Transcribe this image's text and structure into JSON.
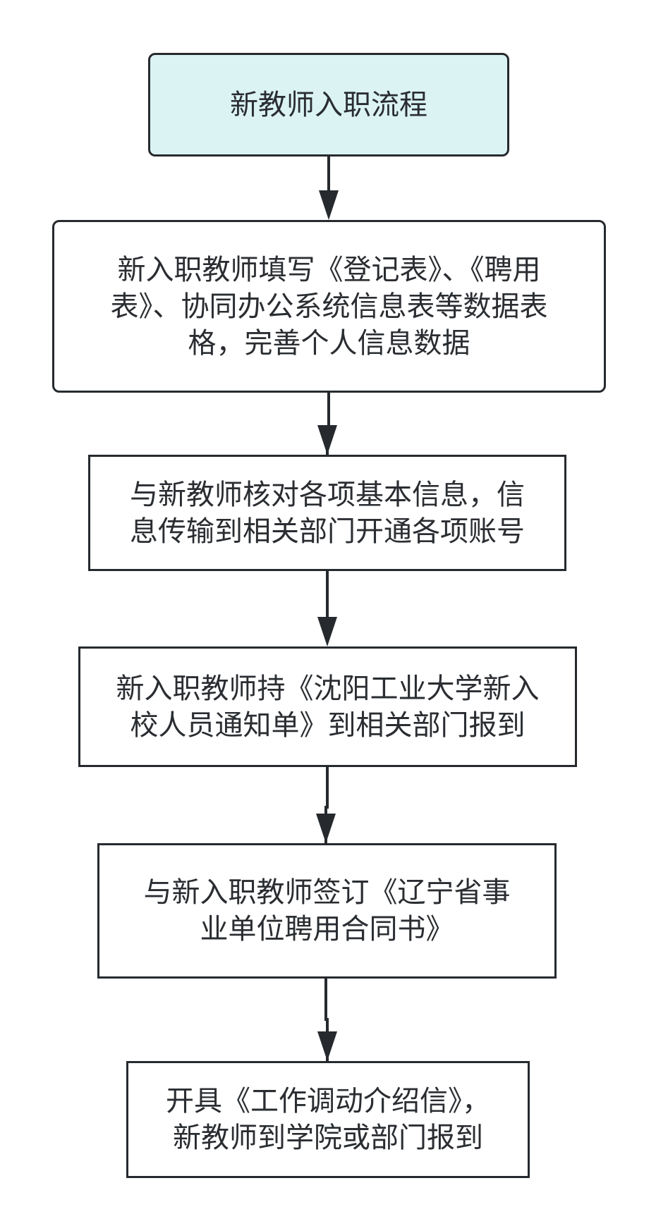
{
  "diagram": {
    "steps": [
      {
        "id": "start",
        "lines": [
          "新教师入职流程"
        ]
      },
      {
        "id": "fill-forms",
        "lines": [
          "新入职教师填写《登记表》、《聘用",
          "表》、协同办公系统信息表等数据表",
          "格，完善个人信息数据"
        ]
      },
      {
        "id": "verify-info",
        "lines": [
          "与新教师核对各项基本信息，信",
          "息传输到相关部门开通各项账号"
        ]
      },
      {
        "id": "report-with-notice",
        "lines": [
          "新入职教师持《沈阳工业大学新入",
          "校人员通知单》到相关部门报到"
        ]
      },
      {
        "id": "sign-contract",
        "lines": [
          "与新入职教师签订《辽宁省事",
          "业单位聘用合同书》"
        ]
      },
      {
        "id": "transfer-letter",
        "lines": [
          "开具《工作调动介绍信》，",
          "新教师到学院或部门报到"
        ]
      }
    ],
    "colors": {
      "start_fill": "#dbf4f3",
      "stroke": "#262a2e",
      "text": "#2a2d31"
    }
  }
}
